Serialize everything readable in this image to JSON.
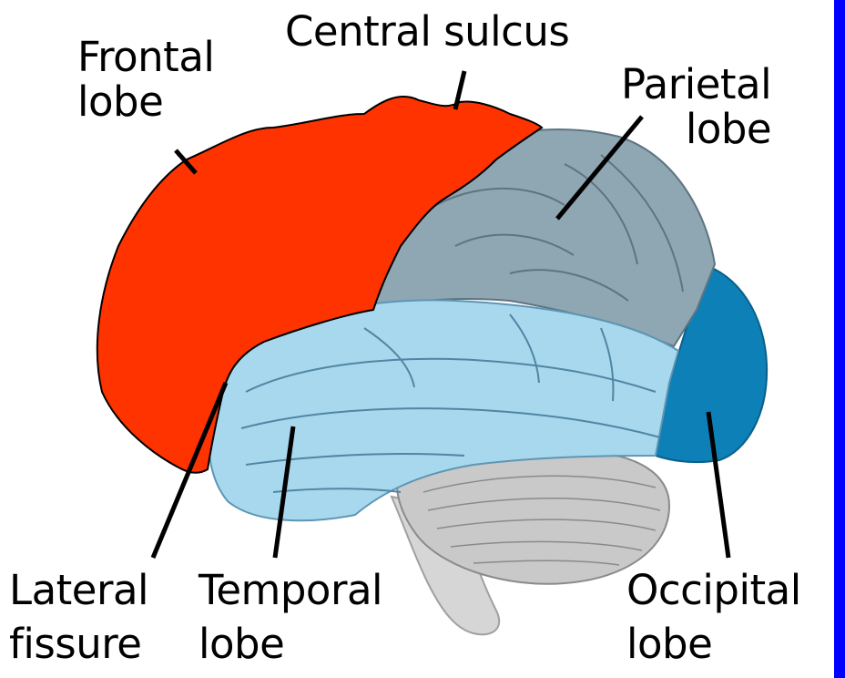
{
  "labels": {
    "frontal_lobe": [
      "Frontal",
      "lobe"
    ],
    "central_sulcus": "Central sulcus",
    "parietal_lobe": [
      "Parietal",
      "lobe"
    ],
    "lateral_fissure": [
      "Lateral",
      "fissure"
    ],
    "temporal_lobe": [
      "Temporal",
      "lobe"
    ],
    "occipital_lobe": [
      "Occipital",
      "lobe"
    ]
  },
  "colors": {
    "frontal_lobe": "#ff3300",
    "parietal_lobe": "#8fa6b3",
    "temporal_lobe": "#a8d8ee",
    "occipital_lobe": "#0d80b8",
    "cerebellum": "#c9c9c9",
    "brainstem": "#d6d6d6",
    "leader_lines": "#000000",
    "frame_border": "#0000ff"
  }
}
